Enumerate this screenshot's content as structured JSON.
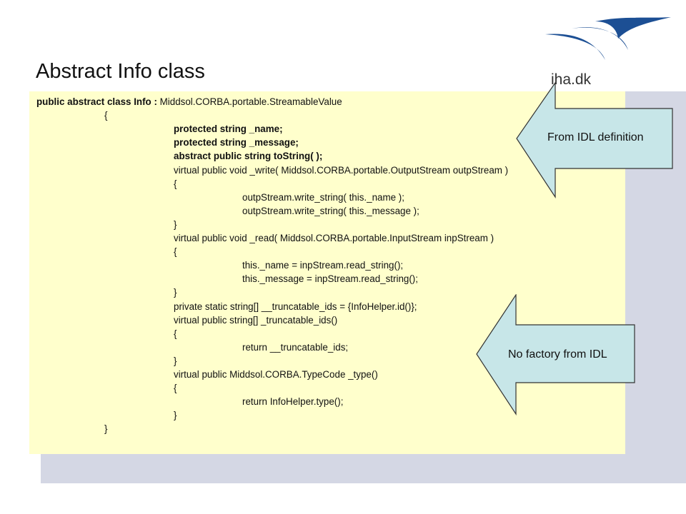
{
  "slide": {
    "title": "Abstract Info class"
  },
  "logo": {
    "text": "iha.dk",
    "colors": [
      "#1c4f94",
      "#1c4f94",
      "#1c4f94"
    ]
  },
  "code": {
    "lines": [
      {
        "bold": "public abstract class Info :",
        "rest": " Middsol.CORBA.portable.StreamableValue",
        "indent": 0
      },
      {
        "bold": "",
        "rest": "{",
        "indent": 1
      },
      {
        "bold": "protected string _name;",
        "rest": "",
        "indent": 2
      },
      {
        "bold": "protected string _message;",
        "rest": "",
        "indent": 2
      },
      {
        "bold": "abstract public string toString( );",
        "rest": "",
        "indent": 2
      },
      {
        "bold": "",
        "rest": "virtual public void _write( Middsol.CORBA.portable.OutputStream outpStream )",
        "indent": 2
      },
      {
        "bold": "",
        "rest": "{",
        "indent": 2
      },
      {
        "bold": "",
        "rest": "outpStream.write_string( this._name );",
        "indent": 3
      },
      {
        "bold": "",
        "rest": "outpStream.write_string( this._message );",
        "indent": 3
      },
      {
        "bold": "",
        "rest": "}",
        "indent": 2
      },
      {
        "bold": "",
        "rest": "virtual public void _read( Middsol.CORBA.portable.InputStream inpStream )",
        "indent": 2
      },
      {
        "bold": "",
        "rest": "{",
        "indent": 2
      },
      {
        "bold": "",
        "rest": "this._name = inpStream.read_string();",
        "indent": 3
      },
      {
        "bold": "",
        "rest": "this._message = inpStream.read_string();",
        "indent": 3
      },
      {
        "bold": "",
        "rest": "}",
        "indent": 2
      },
      {
        "bold": "",
        "rest": "private static string[] __truncatable_ids = {InfoHelper.id()};",
        "indent": 2
      },
      {
        "bold": "",
        "rest": "virtual public string[] _truncatable_ids()",
        "indent": 2
      },
      {
        "bold": "",
        "rest": "{",
        "indent": 2
      },
      {
        "bold": "",
        "rest": "return __truncatable_ids;",
        "indent": 3
      },
      {
        "bold": "",
        "rest": "}",
        "indent": 2
      },
      {
        "bold": "",
        "rest": "virtual public Middsol.CORBA.TypeCode _type()",
        "indent": 2
      },
      {
        "bold": "",
        "rest": "{",
        "indent": 2
      },
      {
        "bold": "",
        "rest": "return InfoHelper.type();",
        "indent": 3
      },
      {
        "bold": "",
        "rest": "}",
        "indent": 2
      },
      {
        "bold": "",
        "rest": "}",
        "indent": 1
      }
    ]
  },
  "callouts": [
    {
      "label": "From IDL definition",
      "fill": "#c7e6e8",
      "stroke": "#333333"
    },
    {
      "label": "No factory from IDL",
      "fill": "#c7e6e8",
      "stroke": "#333333"
    }
  ]
}
